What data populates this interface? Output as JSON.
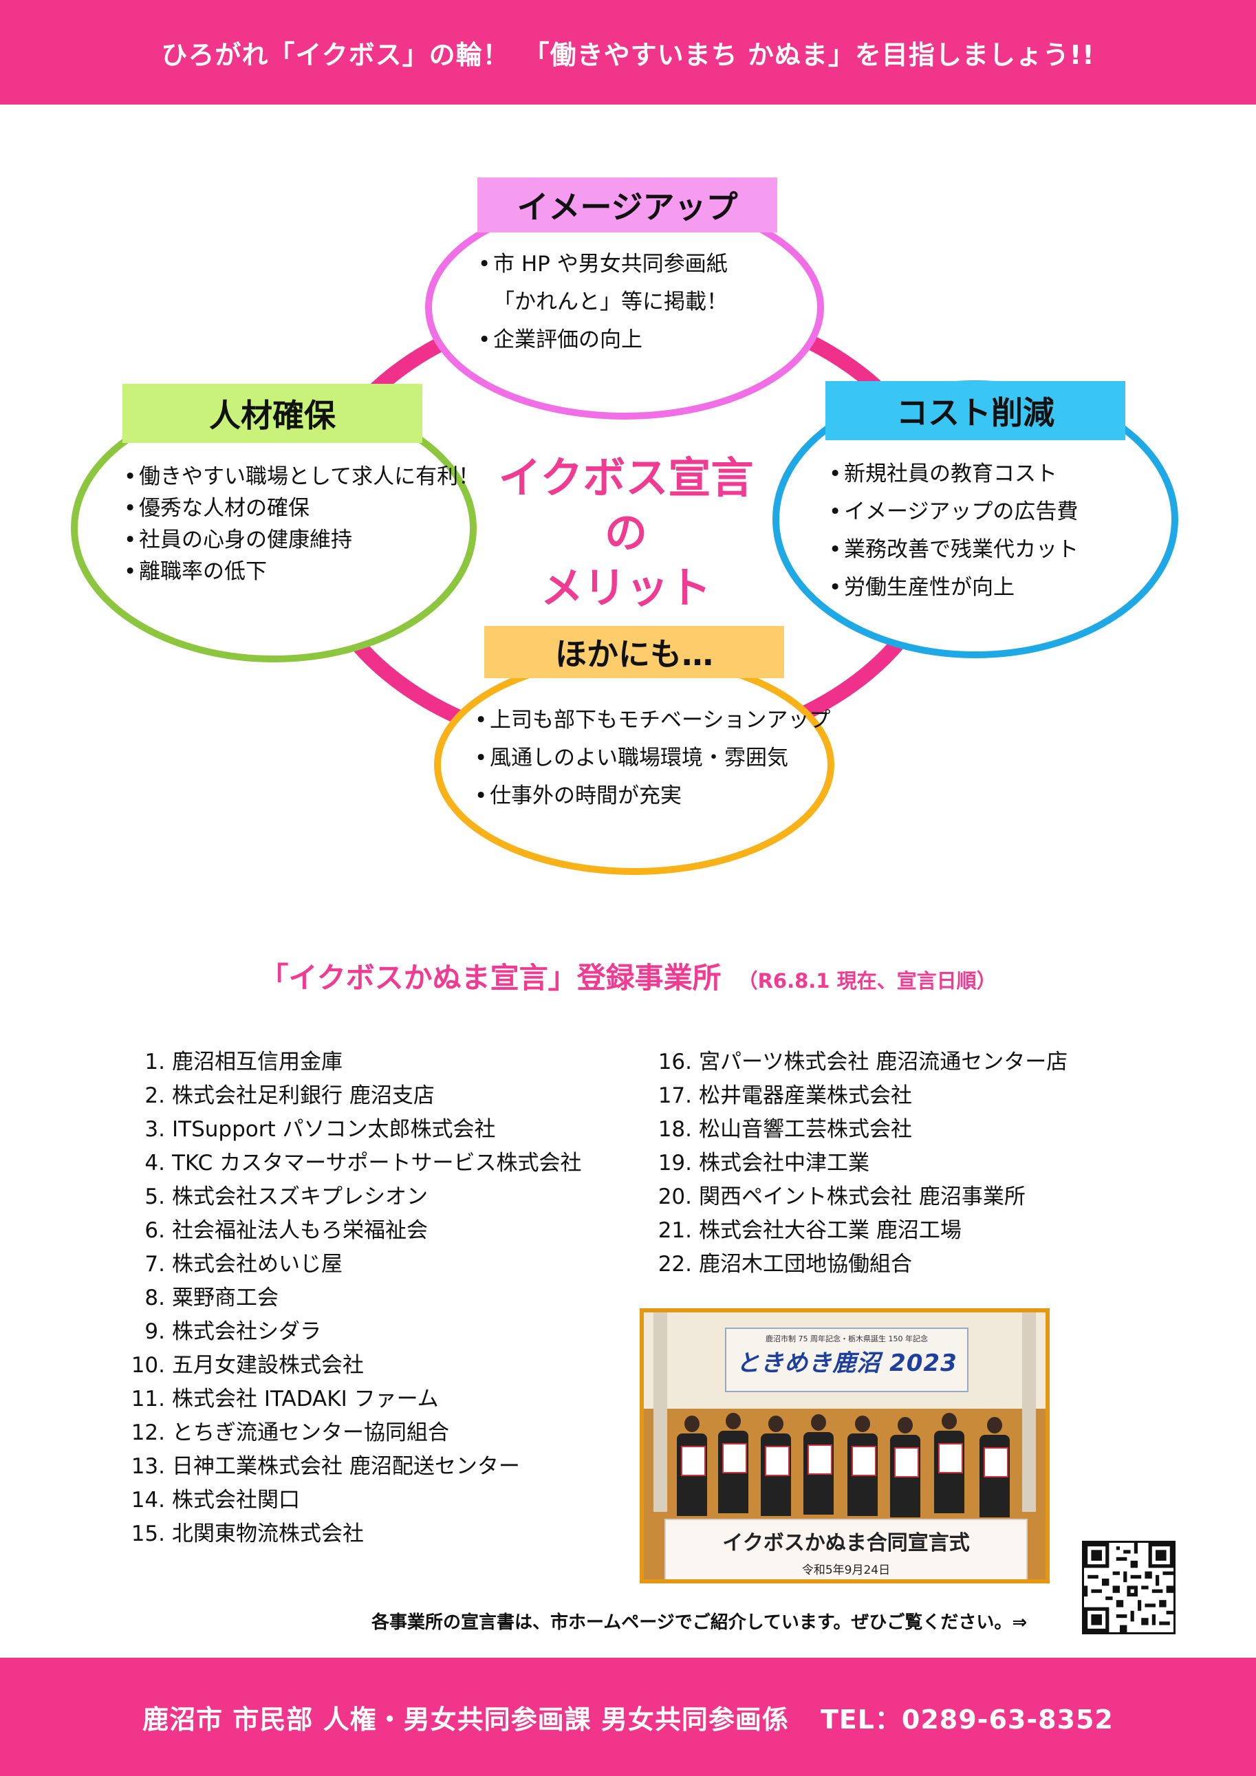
{
  "header": {
    "slogan": "ひろがれ「イクボス」の輪！　「働きやすいまち かぬま」を目指しましょう!!"
  },
  "merits": {
    "center_title": [
      "イクボス宣言",
      "の",
      "メリット"
    ],
    "image_up": {
      "title": "イメージアップ",
      "lines": [
        "市 HP や男女共同参画紙",
        "「かれんと」等に掲載！",
        "企業評価の向上"
      ]
    },
    "talent": {
      "title": "人材確保",
      "lines": [
        "働きやすい職場として求人に有利！",
        "優秀な人材の確保",
        "社員の心身の健康維持",
        "離職率の低下"
      ]
    },
    "cost": {
      "title": "コスト削減",
      "lines": [
        "新規社員の教育コスト",
        "イメージアップの広告費",
        "業務改善で残業代カット",
        "労働生産性が向上"
      ]
    },
    "others": {
      "title": "ほかにも…",
      "lines": [
        "上司も部下もモチベーションアップ",
        "風通しのよい職場環境・雰囲気",
        "仕事外の時間が充実"
      ]
    },
    "colors": {
      "pink_ring": "#f0318c",
      "image_up_ring": "#f16fe6",
      "image_up_label": "#f59cf0",
      "talent_ring": "#8cc63f",
      "talent_label": "#c8f27a",
      "cost_ring": "#1ea9e6",
      "cost_label": "#39c6f4",
      "others_ring": "#f8b218",
      "others_label": "#fccd6a"
    }
  },
  "registry": {
    "heading": "「イクボスかぬま宣言」登録事業所",
    "heading_note": "（R6.8.1 現在、宣言日順）",
    "left_column": [
      {
        "num": "1.",
        "name": "鹿沼相互信用金庫"
      },
      {
        "num": "2.",
        "name": "株式会社足利銀行 鹿沼支店"
      },
      {
        "num": "3.",
        "name": "ITSupport パソコン太郎株式会社"
      },
      {
        "num": "4.",
        "name": "TKC カスタマーサポートサービス株式会社"
      },
      {
        "num": "5.",
        "name": "株式会社スズキプレシオン"
      },
      {
        "num": "6.",
        "name": "社会福祉法人もろ栄福祉会"
      },
      {
        "num": "7.",
        "name": "株式会社めいじ屋"
      },
      {
        "num": "8.",
        "name": "粟野商工会"
      },
      {
        "num": "9.",
        "name": "株式会社シダラ"
      },
      {
        "num": "10.",
        "name": "五月女建設株式会社"
      },
      {
        "num": "11.",
        "name": "株式会社 ITADAKI ファーム"
      },
      {
        "num": "12.",
        "name": "とちぎ流通センター協同組合"
      },
      {
        "num": "13.",
        "name": "日神工業株式会社 鹿沼配送センター"
      },
      {
        "num": "14.",
        "name": "株式会社関口"
      },
      {
        "num": "15.",
        "name": "北関東物流株式会社"
      }
    ],
    "right_column": [
      {
        "num": "16.",
        "name": "宮パーツ株式会社 鹿沼流通センター店"
      },
      {
        "num": "17.",
        "name": "松井電器産業株式会社"
      },
      {
        "num": "18.",
        "name": "松山音響工芸株式会社"
      },
      {
        "num": "19.",
        "name": "株式会社中津工業"
      },
      {
        "num": "20.",
        "name": "関西ペイント株式会社 鹿沼事業所"
      },
      {
        "num": "21.",
        "name": "株式会社大谷工業 鹿沼工場"
      },
      {
        "num": "22.",
        "name": "鹿沼木工団地協働組合"
      }
    ]
  },
  "photo": {
    "banner_small": "鹿沼市制 75 周年記念・栃木県誕生 150 年記念",
    "banner_big": "ときめき鹿沼 2023",
    "sign_title": "イクボスかぬま合同宣言式",
    "sign_date": "令和5年9月24日"
  },
  "note": "各事業所の宣言書は、市ホームページでご紹介しています。ぜひご覧ください。⇒",
  "footer": {
    "dept": "鹿沼市 市民部 人権・男女共同参画課 男女共同参画係",
    "tel": "TEL：0289-63-8352"
  }
}
